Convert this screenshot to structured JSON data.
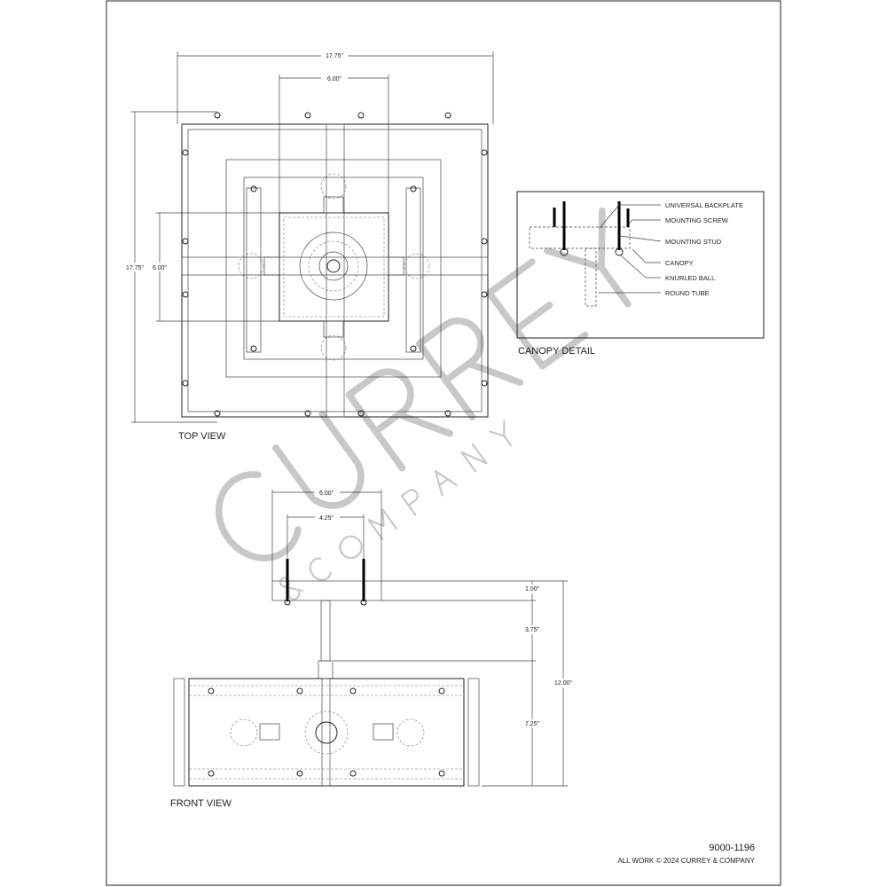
{
  "top_view": {
    "title": "TOP VIEW",
    "dim_width": "17.75\"",
    "dim_canopy_width": "6.00\"",
    "dim_depth": "17.75\"",
    "dim_canopy_depth": "6.00\""
  },
  "canopy_detail": {
    "title": "CANOPY DETAIL",
    "callouts": [
      "UNIVERSAL BACKPLATE",
      "MOUNTING SCREW",
      "MOUNTING STUD",
      "CANOPY",
      "KNURLED BALL",
      "ROUND TUBE"
    ]
  },
  "front_view": {
    "title": "FRONT VIEW",
    "dim_canopy": "6.00\"",
    "dim_studs": "4.25\"",
    "dim_canopy_height": "1.00\"",
    "dim_tube": "3.75\"",
    "dim_body": "7.25\"",
    "dim_overall": "12.00\""
  },
  "footer": {
    "model": "9000-1196",
    "copyright": "ALL WORK © 2024 CURREY & COMPANY"
  },
  "watermark": {
    "brand": "CURREY",
    "sub": "COMPANY",
    "amp": "&"
  }
}
